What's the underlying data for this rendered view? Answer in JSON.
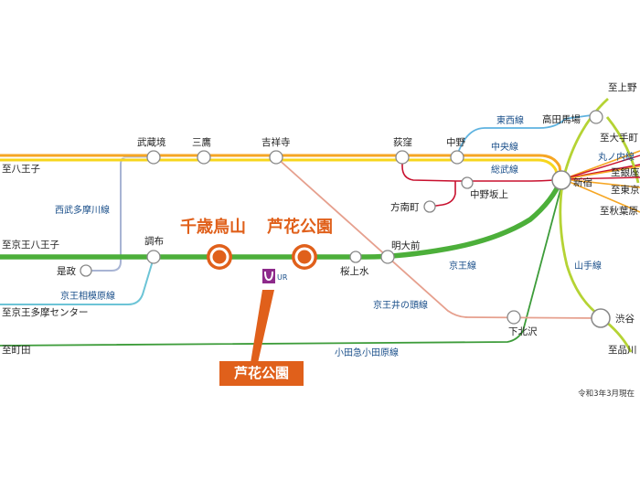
{
  "colors": {
    "chuo": "#f6a623",
    "sobu": "#f7d61c",
    "keio": "#4caf3a",
    "keio_sagamihara": "#6cc4d6",
    "inokashira": "#e6a08e",
    "odakyu": "#3d9c3a",
    "seibu_tamagawa": "#a8b4d4",
    "tozai": "#5fb3e0",
    "marunouchi": "#c8102e",
    "yamanote": "#b5d334",
    "accent": "#e0601b",
    "line_label": "#1a4f8a"
  },
  "stations": {
    "musashisakai": "武蔵境",
    "mitaka": "三鷹",
    "kichijoji": "吉祥寺",
    "ogikubo": "荻窪",
    "nakano": "中野",
    "takadanobaba": "高田馬場",
    "shinjuku": "新宿",
    "honancho": "方南町",
    "nakanosakaue": "中野坂上",
    "chofu": "調布",
    "koremasa": "是政",
    "chitosekarasuyama": "千歳鳥山",
    "rokakoen": "芦花公園",
    "sakurajosui": "桜上水",
    "meidaimae": "明大前",
    "shimokitazawa": "下北沢",
    "shibuya": "渋谷"
  },
  "destinations": {
    "hachioji": "至八王子",
    "keio_hachioji": "至京王八王子",
    "keio_tama_center": "至京王多摩センター",
    "machida": "至町田",
    "ueno": "至上野",
    "otemachi": "至大手町",
    "ginza": "至銀座",
    "tokyo": "至東京",
    "akihabara": "至秋葉原",
    "shinagawa": "至品川"
  },
  "lines": {
    "tozai": "東西線",
    "chuo": "中央線",
    "sobu": "総武線",
    "marunouchi": "丸ノ内線",
    "seibu_tamagawa": "西武多摩川線",
    "keio": "京王線",
    "keio_sagamihara": "京王相模原線",
    "inokashira": "京王井の頭線",
    "yamanote": "山手線",
    "odakyu": "小田急小田原線"
  },
  "callout": "芦花公園",
  "logo": "UR",
  "note": "令和3年3月現在"
}
